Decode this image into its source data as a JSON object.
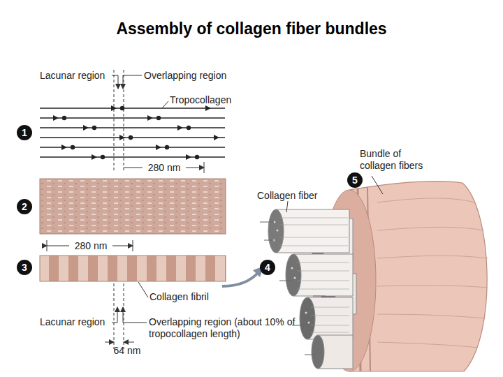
{
  "diagram": {
    "title": "Assembly of collagen fiber bundles",
    "nodes": [
      {
        "text": [
          "1"
        ]
      },
      {
        "text": [
          "2"
        ]
      },
      {
        "text": [
          "3"
        ]
      },
      {
        "text": [
          "4"
        ]
      },
      {
        "text": [
          "5"
        ]
      }
    ],
    "labels": [
      "Lacunar region",
      "Overlapping region",
      "Tropocollagen",
      "280 nm",
      "280 nm",
      "Collagen fiber",
      "Bundle of collagen fibers",
      "Collagen fibril",
      "Lacunar region",
      "Overlapping region (about 10% of tropocollagen length)",
      "64 nm"
    ]
  }
}
